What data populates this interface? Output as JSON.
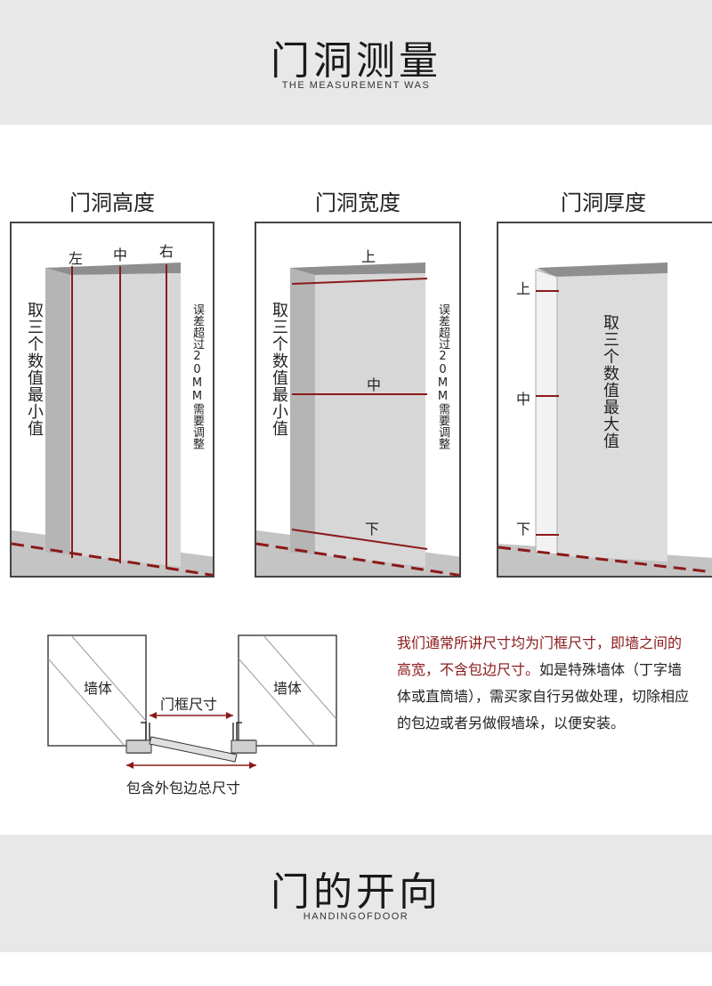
{
  "header": {
    "title": "门洞测量",
    "subtitle": "THE MEASUREMENT WAS"
  },
  "panels": {
    "height": {
      "title": "门洞高度",
      "labels": {
        "left": "左",
        "mid": "中",
        "right": "右"
      },
      "left_note": "取三个数值最小值",
      "right_note": "误差超过20MM需要调整"
    },
    "width": {
      "title": "门洞宽度",
      "labels": {
        "top": "上",
        "mid": "中",
        "bottom": "下"
      },
      "left_note": "取三个数值最小值",
      "right_note": "误差超过20MM需要调整"
    },
    "thickness": {
      "title": "门洞厚度",
      "labels": {
        "top": "上",
        "mid": "中",
        "bottom": "下"
      },
      "note": "取三个数值最大值"
    }
  },
  "frame_diagram": {
    "wall_label": "墙体",
    "frame_size_label": "门框尺寸",
    "total_size_label": "包含外包边总尺寸"
  },
  "note": {
    "red_text": "我们通常所讲尺寸均为门框尺寸，即墙之间的高宽，不含包边尺寸。",
    "text": "如是特殊墙体（丁字墙体或直筒墙），需买家自行另做处理，切除相应的包边或者另做假墙垛，以便安装。"
  },
  "footer": {
    "title": "门的开向",
    "subtitle": "HANDINGOFDOOR"
  },
  "colors": {
    "accent": "#8b1a1a",
    "band": "#e8e8e8",
    "door": "#dcdcdc",
    "frame": "#9a9a9a"
  }
}
